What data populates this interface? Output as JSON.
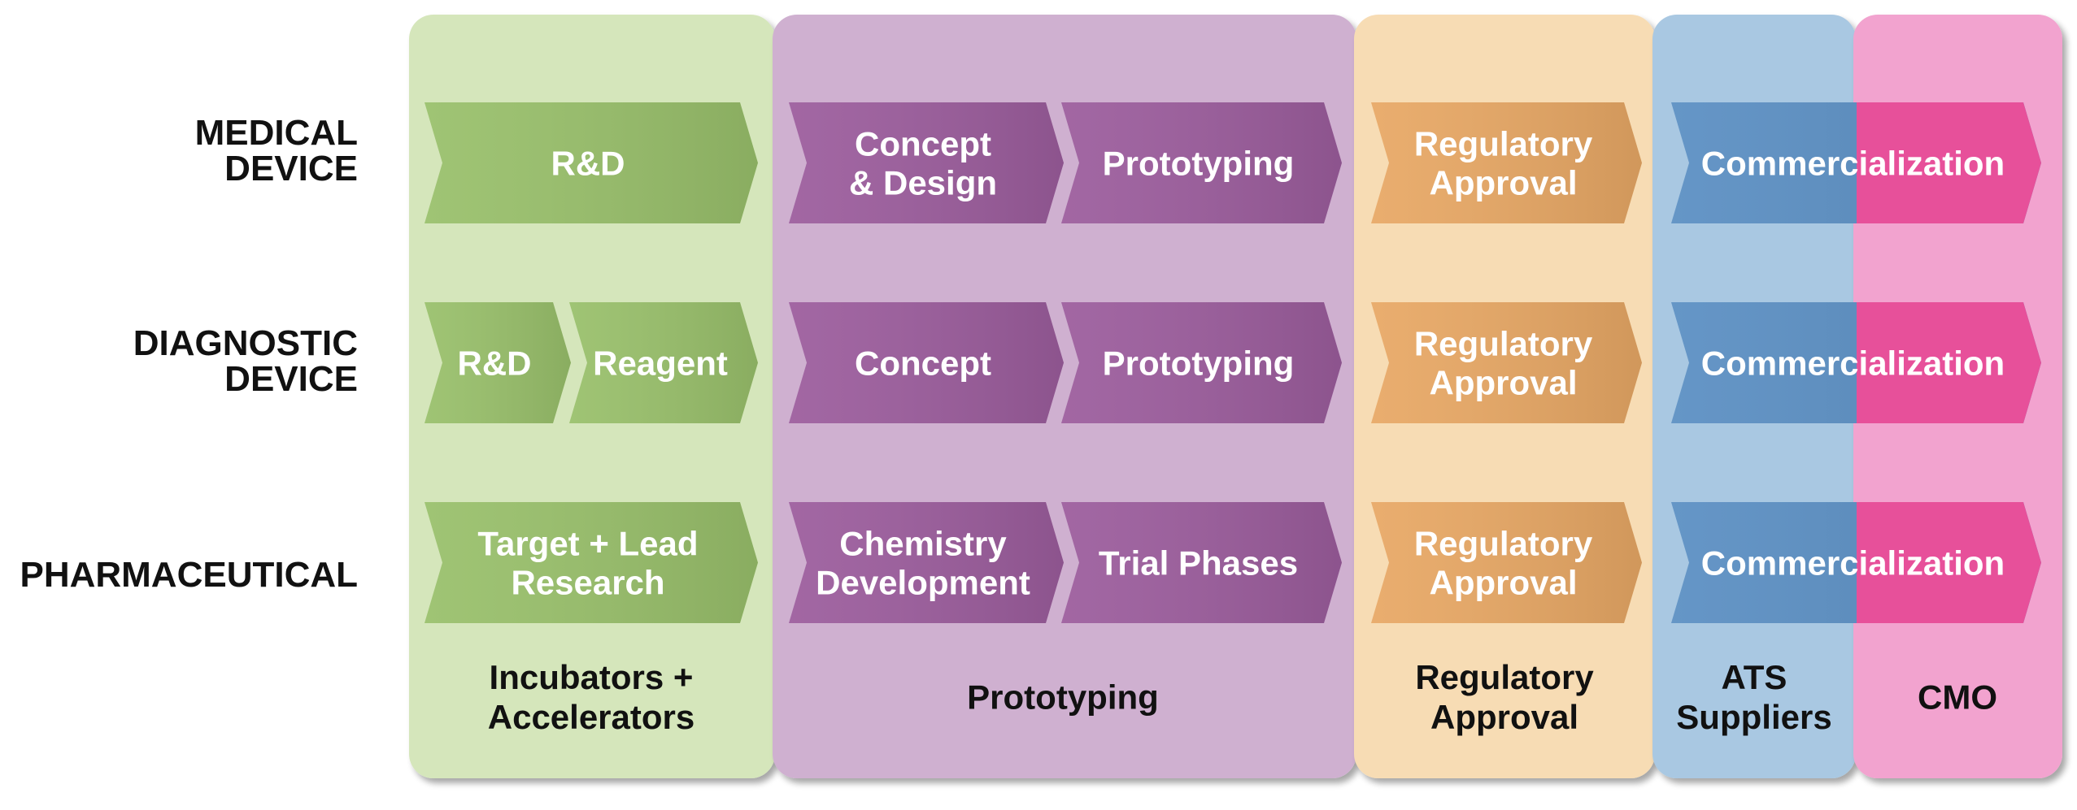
{
  "rows": [
    {
      "label_lines": [
        "MEDICAL",
        "DEVICE"
      ]
    },
    {
      "label_lines": [
        "DIAGNOSTIC",
        "DEVICE"
      ]
    },
    {
      "label_lines": [
        "PHARMACEUTICAL"
      ]
    }
  ],
  "columns": [
    {
      "id": "incubators",
      "label_lines": [
        "Incubators +",
        "Accelerators"
      ],
      "color": "#d5e6bb"
    },
    {
      "id": "prototyping",
      "label_lines": [
        "Prototyping"
      ],
      "color": "#cfb0d0"
    },
    {
      "id": "regulatory",
      "label_lines": [
        "Regulatory",
        "Approval"
      ],
      "color": "#f7dcb4"
    },
    {
      "id": "ats",
      "label_lines": [
        "ATS",
        "Suppliers"
      ],
      "color": "#a9c8e2"
    },
    {
      "id": "cmo",
      "label_lines": [
        "CMO"
      ],
      "color": "#f2a3cf"
    }
  ],
  "stages": {
    "medical": [
      {
        "id": "md-rnd",
        "lines": [
          "R&D"
        ],
        "color": "#99c06b"
      },
      {
        "id": "md-concept",
        "lines": [
          "Concept",
          "& Design"
        ],
        "color": "#9c5d9d"
      },
      {
        "id": "md-proto",
        "lines": [
          "Prototyping"
        ],
        "color": "#9c5d9d"
      },
      {
        "id": "md-reg",
        "lines": [
          "Regulatory",
          "Approval"
        ],
        "color": "#e8a865"
      },
      {
        "id": "md-comm",
        "lines": [
          "Commercialization"
        ],
        "color": "#5b8fc3"
      }
    ],
    "diagnostic": [
      {
        "id": "dd-rnd",
        "lines": [
          "R&D"
        ],
        "color": "#99c06b"
      },
      {
        "id": "dd-reagent",
        "lines": [
          "Reagent"
        ],
        "color": "#99c06b"
      },
      {
        "id": "dd-concept",
        "lines": [
          "Concept"
        ],
        "color": "#9c5d9d"
      },
      {
        "id": "dd-proto",
        "lines": [
          "Prototyping"
        ],
        "color": "#9c5d9d"
      },
      {
        "id": "dd-reg",
        "lines": [
          "Regulatory",
          "Approval"
        ],
        "color": "#e8a865"
      },
      {
        "id": "dd-comm",
        "lines": [
          "Commercialization"
        ],
        "color": "#5b8fc3"
      }
    ],
    "pharmaceutical": [
      {
        "id": "ph-target",
        "lines": [
          "Target + Lead",
          "Research"
        ],
        "color": "#99c06b"
      },
      {
        "id": "ph-chem",
        "lines": [
          "Chemistry",
          "Development"
        ],
        "color": "#9c5d9d"
      },
      {
        "id": "ph-trial",
        "lines": [
          "Trial Phases"
        ],
        "color": "#9c5d9d"
      },
      {
        "id": "ph-reg",
        "lines": [
          "Regulatory",
          "Approval"
        ],
        "color": "#e8a865"
      },
      {
        "id": "ph-comm",
        "lines": [
          "Commercialization"
        ],
        "color": "#5b8fc3"
      }
    ]
  },
  "cmo_overlay_color": "#e7509a"
}
